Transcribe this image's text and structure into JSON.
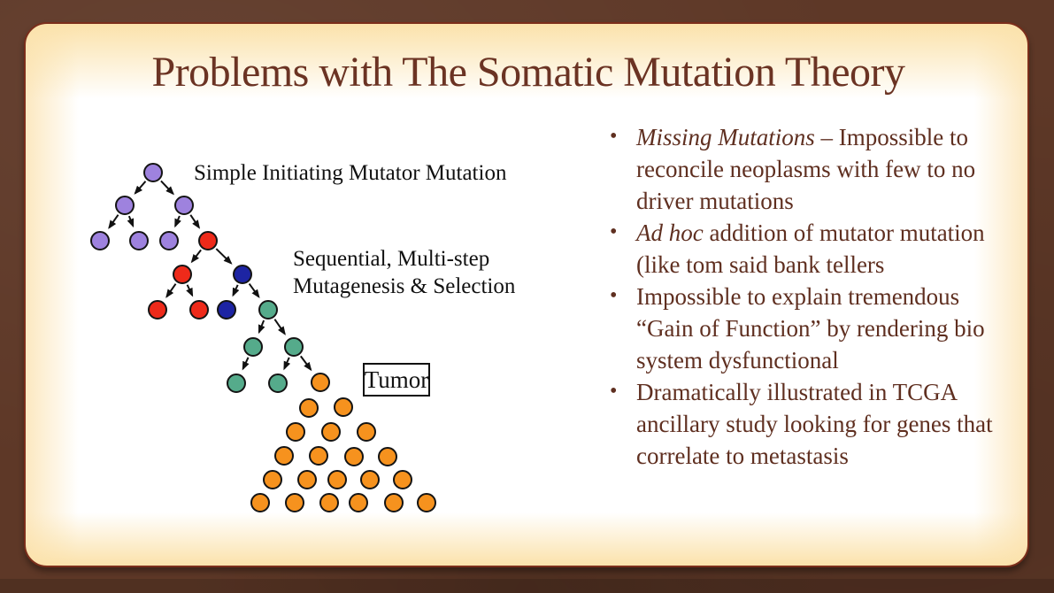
{
  "slide": {
    "title": "Problems with The Somatic Mutation Theory"
  },
  "diagram": {
    "label_initiating": "Simple Initiating Mutator Mutation",
    "label_sequential_1": "Sequential, Multi-step",
    "label_sequential_2": "Mutagenesis & Selection",
    "tumor_label": "Tumor",
    "node_radius": 10,
    "colors": {
      "purple": "#9e82de",
      "red": "#ee2a1a",
      "blue": "#1d24a3",
      "teal": "#55ab8b",
      "orange": "#f6921e",
      "outline": "#141414",
      "arrow": "#111111"
    },
    "nodes": [
      [
        144,
        168,
        "purple"
      ],
      [
        112,
        205,
        "purple"
      ],
      [
        179,
        205,
        "purple"
      ],
      [
        84,
        245,
        "purple"
      ],
      [
        128,
        245,
        "purple"
      ],
      [
        162,
        245,
        "purple"
      ],
      [
        206,
        245,
        "red"
      ],
      [
        177,
        283,
        "red"
      ],
      [
        245,
        283,
        "blue"
      ],
      [
        149,
        323,
        "red"
      ],
      [
        196,
        323,
        "red"
      ],
      [
        227,
        323,
        "blue"
      ],
      [
        274,
        323,
        "teal"
      ],
      [
        257,
        365,
        "teal"
      ],
      [
        303,
        365,
        "teal"
      ],
      [
        238,
        406,
        "teal"
      ],
      [
        285,
        406,
        "teal"
      ],
      [
        333,
        405,
        "orange"
      ],
      [
        320,
        434,
        "orange"
      ],
      [
        359,
        433,
        "orange"
      ],
      [
        305,
        461,
        "orange"
      ],
      [
        345,
        461,
        "orange"
      ],
      [
        385,
        461,
        "orange"
      ],
      [
        292,
        488,
        "orange"
      ],
      [
        331,
        488,
        "orange"
      ],
      [
        371,
        489,
        "orange"
      ],
      [
        409,
        489,
        "orange"
      ],
      [
        279,
        515,
        "orange"
      ],
      [
        318,
        515,
        "orange"
      ],
      [
        352,
        515,
        "orange"
      ],
      [
        389,
        515,
        "orange"
      ],
      [
        426,
        515,
        "orange"
      ],
      [
        265,
        541,
        "orange"
      ],
      [
        304,
        541,
        "orange"
      ],
      [
        343,
        541,
        "orange"
      ],
      [
        376,
        541,
        "orange"
      ],
      [
        416,
        541,
        "orange"
      ],
      [
        453,
        541,
        "orange"
      ]
    ],
    "edges": [
      [
        0,
        1
      ],
      [
        0,
        2
      ],
      [
        1,
        3
      ],
      [
        1,
        4
      ],
      [
        2,
        5
      ],
      [
        2,
        6
      ],
      [
        6,
        7
      ],
      [
        6,
        8
      ],
      [
        7,
        9
      ],
      [
        7,
        10
      ],
      [
        8,
        11
      ],
      [
        8,
        12
      ],
      [
        12,
        13
      ],
      [
        12,
        14
      ],
      [
        13,
        15
      ],
      [
        14,
        16
      ],
      [
        14,
        17
      ]
    ]
  },
  "bullets": {
    "marker": "•",
    "items": [
      {
        "segments": [
          {
            "text": "Missing Mutations",
            "italic": true
          },
          {
            "text": " – Impossible to reconcile neoplasms with few to no driver mutations",
            "italic": false
          }
        ]
      },
      {
        "segments": [
          {
            "text": "Ad hoc",
            "italic": true
          },
          {
            "text": " addition of mutator mutation (like tom said bank tellers",
            "italic": false
          }
        ]
      },
      {
        "segments": [
          {
            "text": "Impossible to explain tremendous “Gain of Function” by rendering bio system dysfunctional",
            "italic": false
          }
        ]
      },
      {
        "segments": [
          {
            "text": "Dramatically illustrated in TCGA ancillary study looking for genes that correlate to metastasis",
            "italic": false
          }
        ]
      }
    ]
  }
}
